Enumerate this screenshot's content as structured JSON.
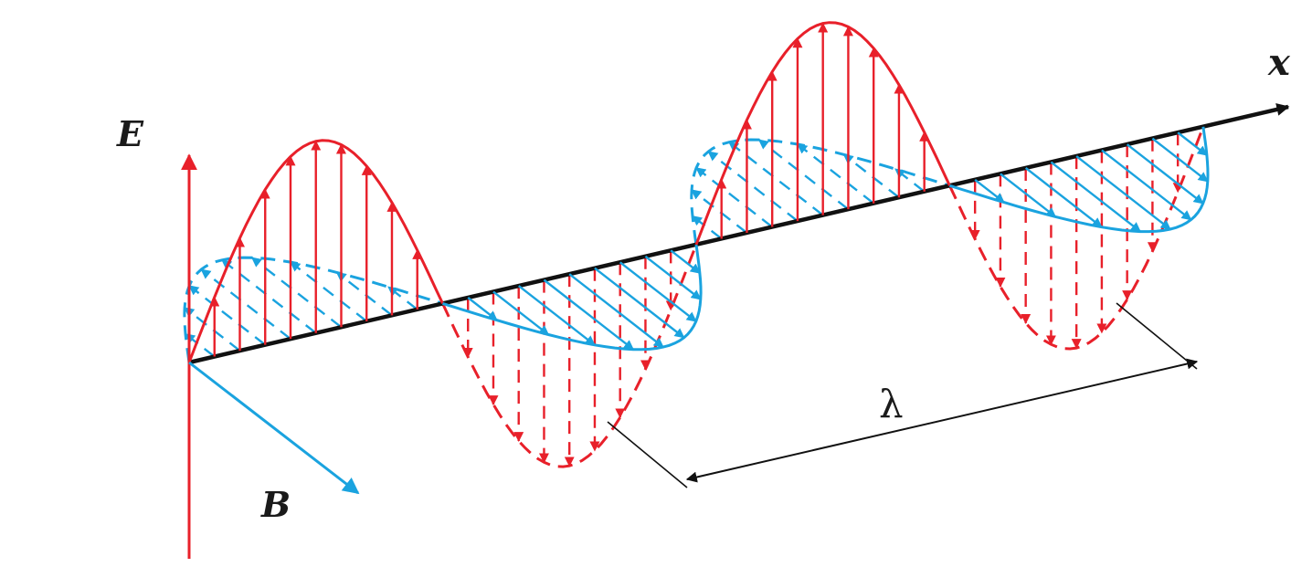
{
  "diagram": {
    "labels": {
      "e_axis": "E",
      "b_axis": "B",
      "x_axis": "x",
      "wavelength": "λ"
    },
    "colors": {
      "electric": "#e8202a",
      "magnetic": "#1aa3df",
      "axis": "#111111"
    },
    "waves": {
      "periods_shown": 2,
      "vectors_per_half_period": 9
    }
  }
}
